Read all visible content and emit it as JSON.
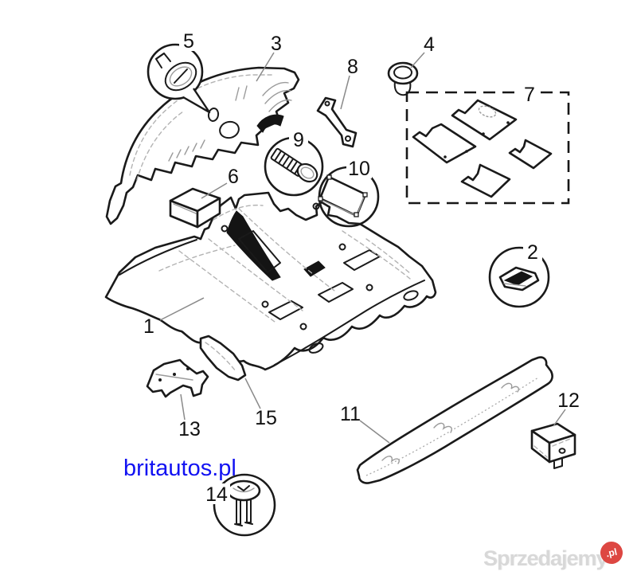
{
  "diagram": {
    "callouts": {
      "c1": "1",
      "c2": "2",
      "c3": "3",
      "c4": "4",
      "c5": "5",
      "c6": "6",
      "c7": "7",
      "c8": "8",
      "c9": "9",
      "c10": "10",
      "c11": "11",
      "c12": "12",
      "c13": "13",
      "c14": "14",
      "c15": "15"
    }
  },
  "watermarks": {
    "seller": "britautos.pl",
    "marketplace_name": "Sprzedajemy",
    "marketplace_badge": ".pl"
  },
  "colors": {
    "line": "#1a1a1a",
    "detail_gray": "#9b9b9b",
    "seller_blue": "#1212f2",
    "marketplace_gray": "#d8d8d8",
    "badge_red": "#dd4742"
  }
}
